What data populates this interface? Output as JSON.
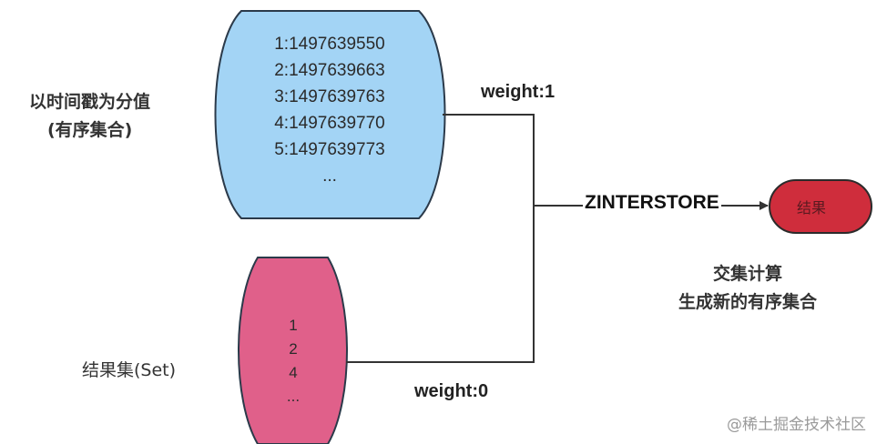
{
  "zset": {
    "label_line1": "以时间戳为分值",
    "label_line2": "(有序集合)",
    "items": [
      "1:1497639550",
      "2:1497639663",
      "3:1497639763",
      "4:1497639770",
      "5:1497639773",
      "..."
    ],
    "weight": "weight:1",
    "fill": "#a3d4f5"
  },
  "set": {
    "label": "结果集(Set)",
    "items": [
      "1",
      "2",
      "4",
      "..."
    ],
    "weight": "weight:0",
    "fill": "#e0608a"
  },
  "operation": {
    "command": "ZINTERSTORE",
    "result_label": "结果",
    "result_fill": "#cf2d3c",
    "caption_line1": "交集计算",
    "caption_line2": "生成新的有序集合"
  },
  "watermark": "@稀土掘金技术社区"
}
